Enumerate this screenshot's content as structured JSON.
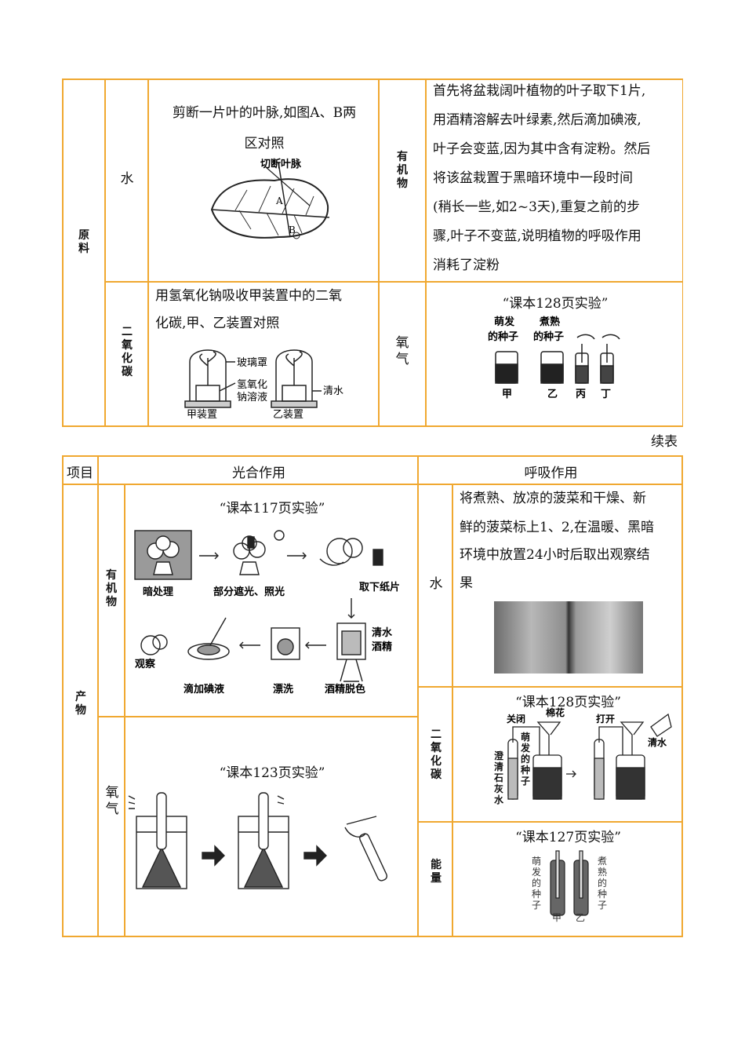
{
  "table1": {
    "category": "原料",
    "rows": [
      {
        "label": "水",
        "photo_text_lines": [
          "剪断一片叶的叶脉,如图A、B两",
          "区对照"
        ],
        "figure_labels": {
          "title": "切断叶脉",
          "a": "A",
          "b": "B"
        },
        "resp_label": "有机物",
        "resp_text_lines": [
          "首先将盆栽阔叶植物的叶子取下1片,",
          "用酒精溶解去叶绿素,然后滴加碘液,",
          "叶子会变蓝,因为其中含有淀粉。然后",
          "将该盆栽置于黑暗环境中一段时间",
          "(稍长一些,如2~3天),重复之前的步",
          "骤,叶子不变蓝,说明植物的呼吸作用",
          "消耗了淀粉"
        ]
      },
      {
        "label": "二氧化碳",
        "photo_text_lines": [
          "用氢氧化钠吸收甲装置中的二氧",
          "化碳,甲、乙装置对照"
        ],
        "figure_labels": {
          "cover": "玻璃罩",
          "naoh": "氢氧化",
          "naoh2": "钠溶液",
          "water": "清水",
          "jia": "甲装置",
          "yi": "乙装置"
        },
        "resp_label": "氧气",
        "resp_caption": "“课本128页实验”",
        "resp_figure_labels": {
          "sprout1": "萌发",
          "sprout2": "的种子",
          "cooked1": "煮熟",
          "cooked2": "的种子",
          "jia": "甲",
          "yi": "乙",
          "bing": "丙",
          "ding": "丁"
        }
      }
    ]
  },
  "continued": "续表",
  "table2": {
    "header": {
      "item": "项目",
      "photo": "光合作用",
      "resp": "呼吸作用"
    },
    "category": "产物",
    "rows": {
      "organic": {
        "label": "有机物",
        "caption": "“课本117页实验”",
        "steps": [
          "暗处理",
          "部分遮光、照光",
          "取下纸片",
          "清水",
          "酒精",
          "观察",
          "滴加碘液",
          "漂洗",
          "酒精脱色"
        ]
      },
      "oxygen": {
        "label": "氧气",
        "caption": "“课本123页实验”"
      },
      "water": {
        "label": "水",
        "text_lines": [
          "将煮熟、放凉的菠菜和干燥、新",
          "鲜的菠菜标上1、2,在温暖、黑暗",
          "环境中放置24小时后取出观察结",
          "果"
        ]
      },
      "co2": {
        "label": "二氧化碳",
        "caption": "“课本128页实验”",
        "fig": {
          "close": "关闭",
          "cotton": "棉花",
          "open": "打开",
          "water": "清水",
          "lime": "澄清石灰水",
          "seeds": "萌发的种子"
        }
      },
      "energy": {
        "label": "能量",
        "caption": "“课本127页实验”",
        "fig": {
          "sprout": "萌发的种子",
          "cooked": "煮熟的种子",
          "jia": "甲",
          "yi": "乙"
        }
      }
    }
  }
}
